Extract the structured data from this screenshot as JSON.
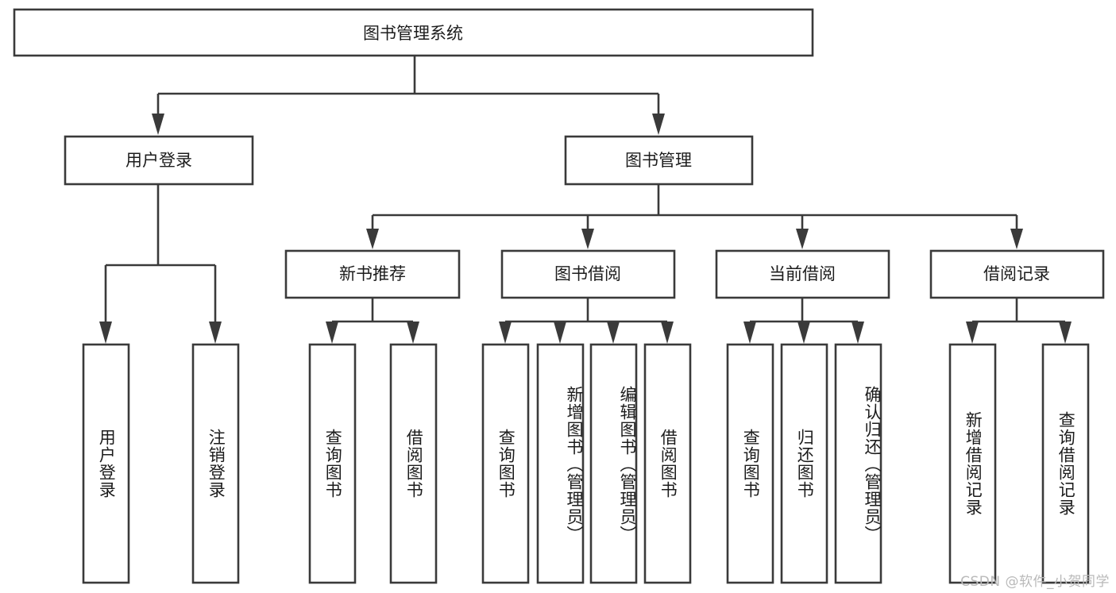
{
  "diagram": {
    "title": "图书管理系统",
    "type": "tree",
    "root": {
      "id": "root",
      "label": "图书管理系统",
      "level": 1
    },
    "level2": [
      {
        "id": "user-login",
        "label": "用户登录"
      },
      {
        "id": "book-management",
        "label": "图书管理"
      }
    ],
    "level3": [
      {
        "id": "new-book-recommend",
        "label": "新书推荐",
        "parent": "book-management"
      },
      {
        "id": "book-borrow",
        "label": "图书借阅",
        "parent": "book-management"
      },
      {
        "id": "current-borrow",
        "label": "当前借阅",
        "parent": "book-management"
      },
      {
        "id": "borrow-record",
        "label": "借阅记录",
        "parent": "book-management"
      }
    ],
    "leaves": [
      {
        "id": "leaf-user-login",
        "label": "用户登录",
        "parent": "user-login"
      },
      {
        "id": "leaf-logout",
        "label": "注销登录",
        "parent": "user-login"
      },
      {
        "id": "leaf-query-book-1",
        "label": "查询图书",
        "parent": "new-book-recommend"
      },
      {
        "id": "leaf-borrow-book-1",
        "label": "借阅图书",
        "parent": "new-book-recommend"
      },
      {
        "id": "leaf-query-book-2",
        "label": "查询图书",
        "parent": "book-borrow"
      },
      {
        "id": "leaf-add-book",
        "label": "新增图书（管理员）",
        "parent": "book-borrow"
      },
      {
        "id": "leaf-edit-book",
        "label": "编辑图书（管理员）",
        "parent": "book-borrow"
      },
      {
        "id": "leaf-borrow-book-2",
        "label": "借阅图书",
        "parent": "book-borrow"
      },
      {
        "id": "leaf-query-book-3",
        "label": "查询图书",
        "parent": "current-borrow"
      },
      {
        "id": "leaf-return-book",
        "label": "归还图书",
        "parent": "current-borrow"
      },
      {
        "id": "leaf-confirm-return",
        "label": "确认归还（管理员）",
        "parent": "current-borrow"
      },
      {
        "id": "leaf-add-record",
        "label": "新增借阅记录",
        "parent": "borrow-record"
      },
      {
        "id": "leaf-query-record",
        "label": "查询借阅记录",
        "parent": "borrow-record"
      }
    ]
  },
  "colors": {
    "stroke": "#3a3a3a",
    "box_fill": "#ffffff",
    "text": "#1c1c1c",
    "watermark": "#b9b9b9",
    "background": "#ffffff"
  },
  "watermark": {
    "text": "CSDN @软件_小贺同学"
  }
}
